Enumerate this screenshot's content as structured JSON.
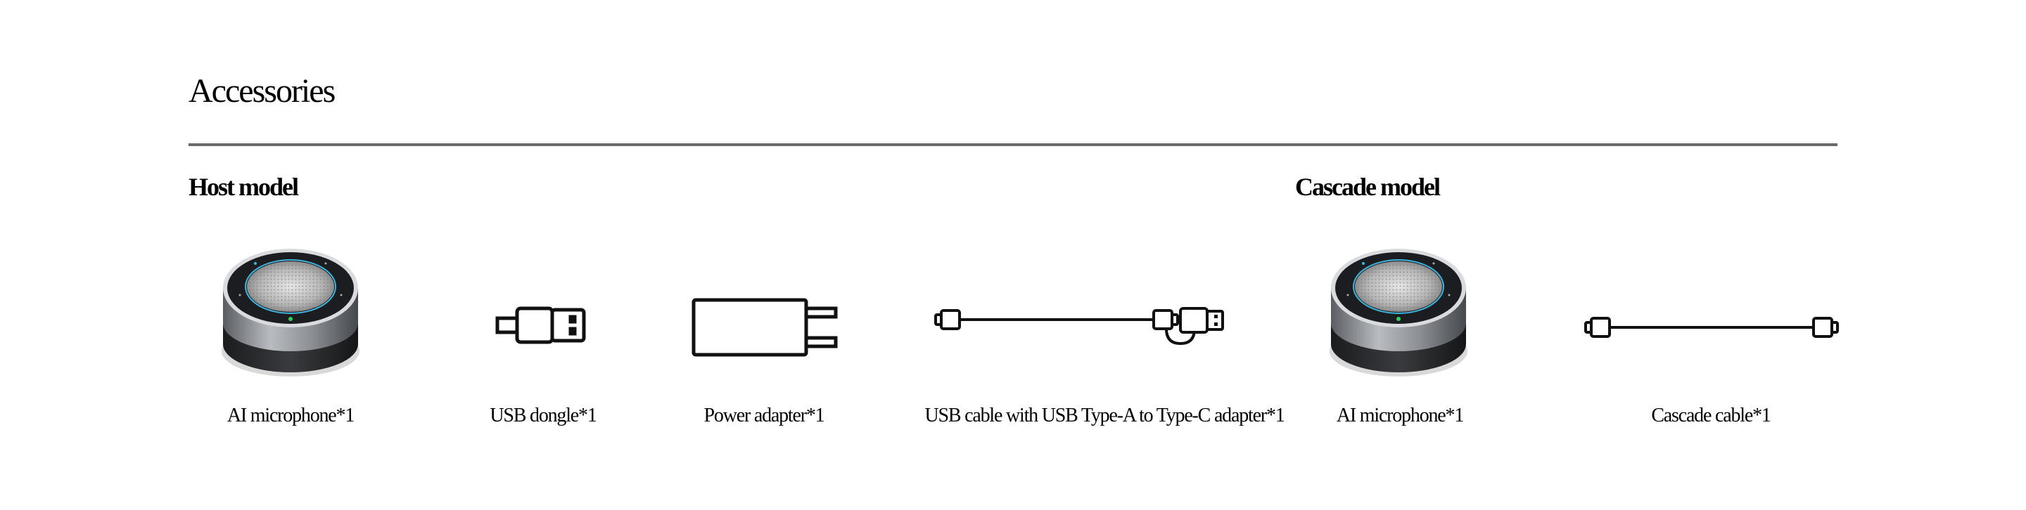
{
  "title": "Accessories",
  "sections": {
    "host": {
      "heading": "Host model",
      "items": [
        {
          "label": "AI microphone*1",
          "icon": "speakerphone-icon"
        },
        {
          "label": "USB dongle*1",
          "icon": "usb-dongle-icon"
        },
        {
          "label": "Power adapter*1",
          "icon": "power-adapter-icon"
        },
        {
          "label": "USB cable with USB Type-A to Type-C adapter*1",
          "icon": "usb-cable-icon"
        }
      ]
    },
    "cascade": {
      "heading": "Cascade model",
      "items": [
        {
          "label": "AI microphone*1",
          "icon": "speakerphone-icon"
        },
        {
          "label": "Cascade cable*1",
          "icon": "cascade-cable-icon"
        }
      ]
    }
  },
  "colors": {
    "divider": "#6a6a6a",
    "led_blue": "#3fb6e0",
    "led_green": "#2fd15a"
  }
}
